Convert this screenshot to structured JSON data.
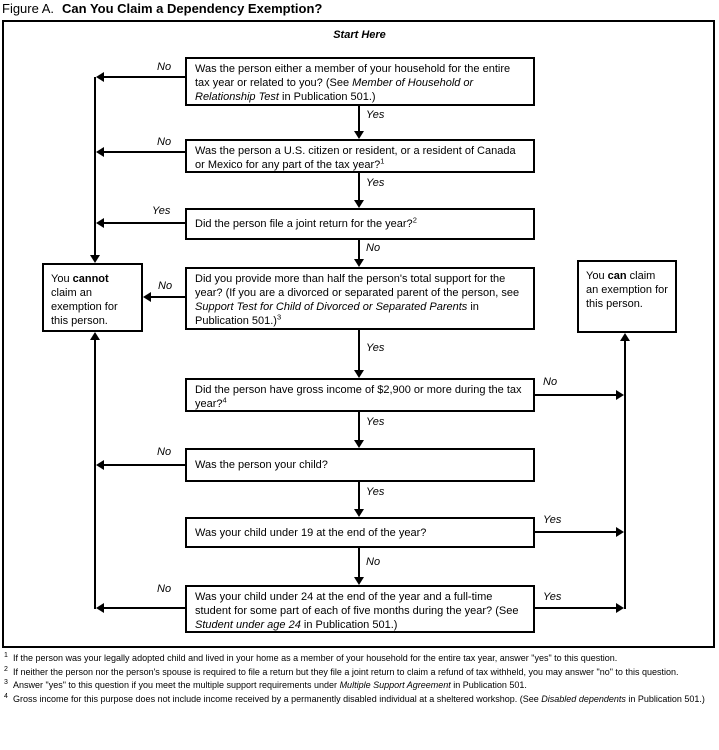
{
  "title": {
    "figure_label": "Figure A.",
    "main": "Can You Claim a Dependency Exemption?"
  },
  "flowchart": {
    "start_label": "Start Here",
    "edge_labels": {
      "yes": "Yes",
      "no": "No"
    },
    "questions": [
      {
        "segments": [
          {
            "text": "Was the person either a member of your household for the entire tax year or related to you? (See "
          },
          {
            "text": "Member of Household or Relationship Test",
            "italic": true
          },
          {
            "text": " in Publication 501.)"
          }
        ]
      },
      {
        "segments": [
          {
            "text": "Was the person a U.S. citizen or resident, or a resident of Canada or Mexico for any part of the tax year?"
          },
          {
            "text": "1",
            "sup": true
          }
        ]
      },
      {
        "segments": [
          {
            "text": "Did the person file a joint return for the year?"
          },
          {
            "text": "2",
            "sup": true
          }
        ]
      },
      {
        "segments": [
          {
            "text": "Did you provide more than half the person's total support for the year? (If you are a divorced or separated parent of the person, see "
          },
          {
            "text": "Support Test for Child of Divorced or Separated Parents",
            "italic": true
          },
          {
            "text": " in Publication 501.)"
          },
          {
            "text": "3",
            "sup": true
          }
        ]
      },
      {
        "segments": [
          {
            "text": "Did the person have gross income of $2,900 or more during the tax year?"
          },
          {
            "text": "4",
            "sup": true
          }
        ]
      },
      {
        "segments": [
          {
            "text": "Was the person your child?"
          }
        ]
      },
      {
        "segments": [
          {
            "text": "Was your child under 19 at the end of the year?"
          }
        ]
      },
      {
        "segments": [
          {
            "text": "Was your child under 24 at the end of the year and a full-time student for some part of each of five months during the year? (See "
          },
          {
            "text": "Student under age 24",
            "italic": true
          },
          {
            "text": " in Publication 501.)"
          }
        ]
      }
    ],
    "results": {
      "cannot": {
        "segments": [
          {
            "text": "You "
          },
          {
            "text": "cannot",
            "bold": true
          },
          {
            "text": " claim an exemption for this person."
          }
        ]
      },
      "can": {
        "segments": [
          {
            "text": "You "
          },
          {
            "text": "can",
            "bold": true
          },
          {
            "text": " claim an exemption for this person."
          }
        ]
      }
    }
  },
  "footnotes": [
    {
      "num": "1",
      "segments": [
        {
          "text": "If the person was your legally adopted child and lived in your home as a member of your household for the entire tax year, answer \"yes\" to this question."
        }
      ]
    },
    {
      "num": "2",
      "segments": [
        {
          "text": "If neither the person nor the person's spouse is required to file a return but they file a joint return to claim a refund of tax withheld, you may answer \"no\" to this question."
        }
      ]
    },
    {
      "num": "3",
      "segments": [
        {
          "text": "Answer \"yes\" to this question if you meet the multiple support requirements under "
        },
        {
          "text": "Multiple Support Agreement",
          "italic": true
        },
        {
          "text": " in Publication 501."
        }
      ]
    },
    {
      "num": "4",
      "segments": [
        {
          "text": "Gross income for this purpose does not include income received by a permanently disabled individual at a sheltered workshop. (See "
        },
        {
          "text": "Disabled dependents",
          "italic": true
        },
        {
          "text": " in Publication 501.)"
        }
      ]
    }
  ]
}
